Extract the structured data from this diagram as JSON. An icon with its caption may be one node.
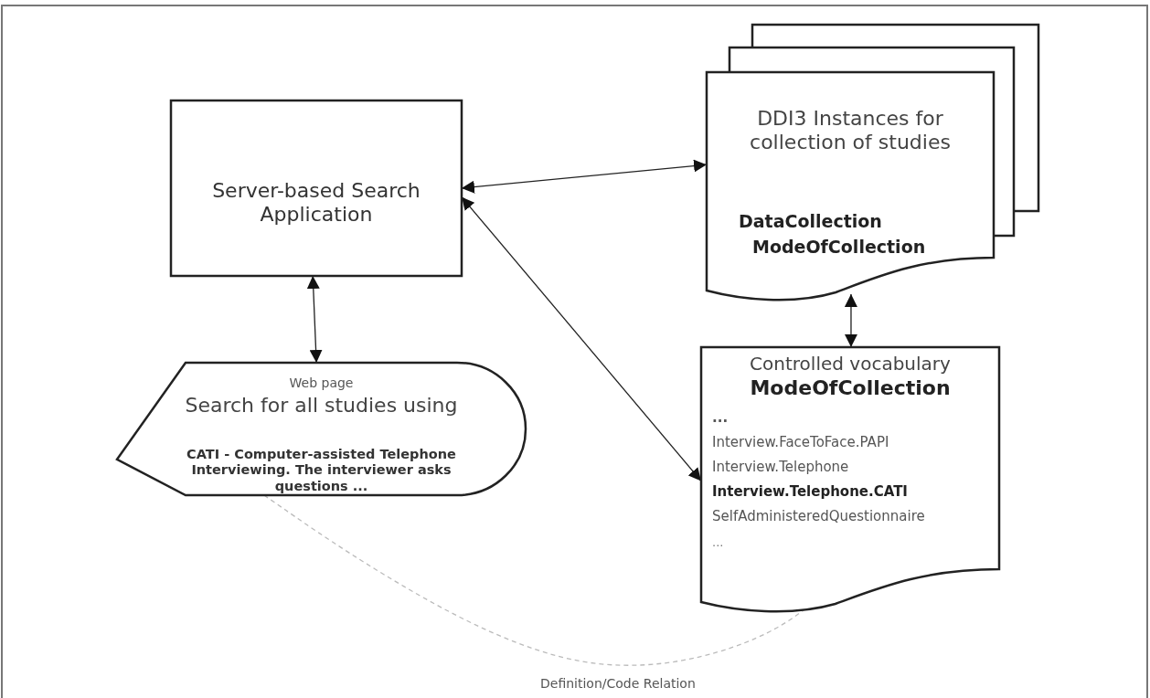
{
  "diagram": {
    "nodes": [
      {
        "text": [
          "Server-based Search Application"
        ]
      },
      {
        "text": [
          "DDI3 Instances for collection of studies",
          "DataCollection",
          "ModeOfCollection"
        ]
      },
      {
        "text": [
          "Web page",
          "Search for all studies using",
          "CATI - Computer-assisted Telephone Interviewing. The interviewer asks questions  ..."
        ]
      },
      {
        "text": [
          "Controlled vocabulary",
          "ModeOfCollection",
          "...",
          "Interview.FaceToFace.PAPI",
          "Interview.Telephone",
          "Interview.Telephone.CATI",
          "SelfAdministeredQuestionnaire",
          "..."
        ]
      }
    ],
    "edges": [
      {
        "from": 0,
        "to": 1,
        "arrow": "both"
      },
      {
        "from": 0,
        "to": 2,
        "arrow": "both"
      },
      {
        "from": 0,
        "to": 3,
        "arrow": "both"
      },
      {
        "from": 1,
        "to": 3,
        "arrow": "both"
      },
      {
        "from": 2,
        "to": 3,
        "arrow": "none",
        "style": "dashed",
        "color": "#bbbbbb",
        "label": "Definition/Code Relation"
      }
    ]
  }
}
